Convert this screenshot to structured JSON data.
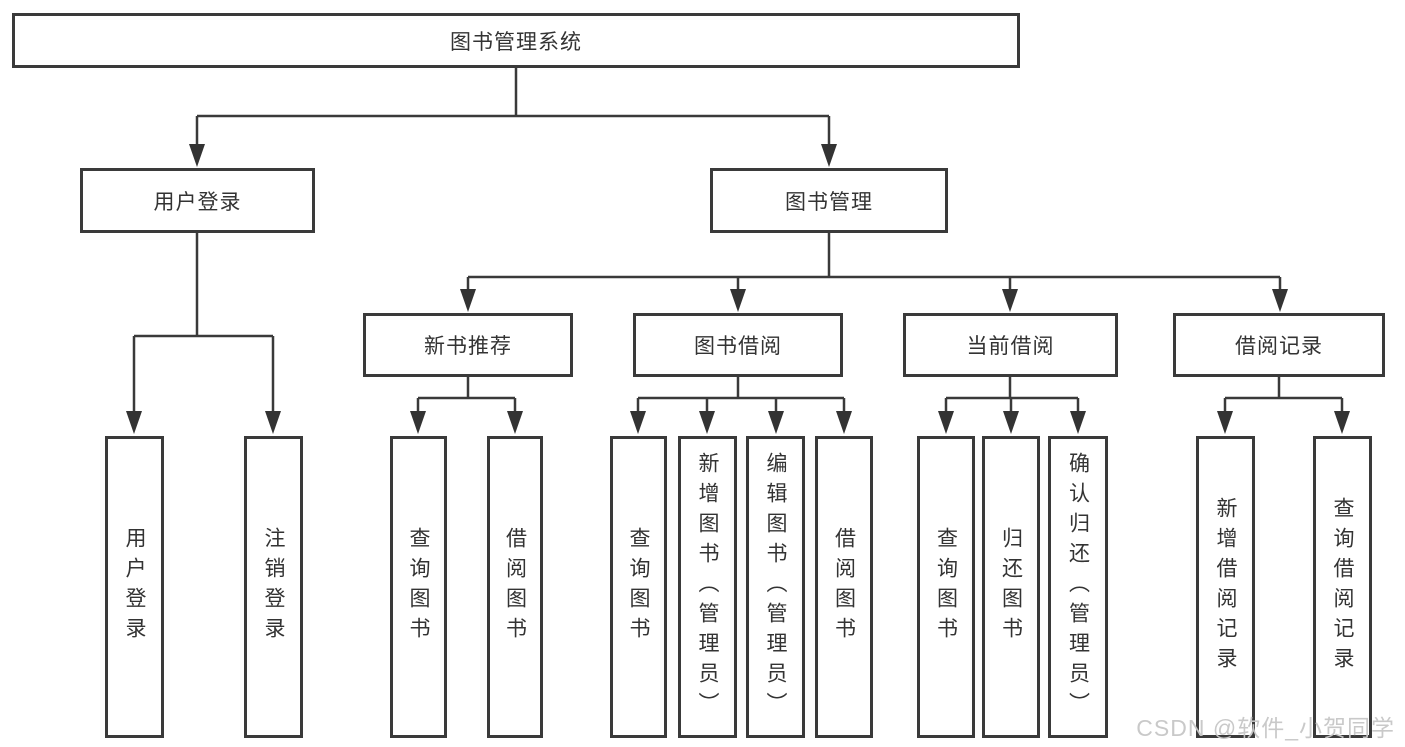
{
  "diagram": {
    "title": "图书管理系统",
    "root": {
      "label": "图书管理系统"
    },
    "branches": [
      {
        "label": "用户登录",
        "children": [
          {
            "label": "用户登录"
          },
          {
            "label": "注销登录"
          }
        ]
      },
      {
        "label": "图书管理",
        "children": [
          {
            "label": "新书推荐",
            "children": [
              {
                "label": "查询图书"
              },
              {
                "label": "借阅图书"
              }
            ]
          },
          {
            "label": "图书借阅",
            "children": [
              {
                "label": "查询图书"
              },
              {
                "label": "新增图书（管理员）"
              },
              {
                "label": "编辑图书（管理员）"
              },
              {
                "label": "借阅图书"
              }
            ]
          },
          {
            "label": "当前借阅",
            "children": [
              {
                "label": "查询图书"
              },
              {
                "label": "归还图书"
              },
              {
                "label": "确认归还（管理员）"
              }
            ]
          },
          {
            "label": "借阅记录",
            "children": [
              {
                "label": "新增借阅记录"
              },
              {
                "label": "查询借阅记录"
              }
            ]
          }
        ]
      }
    ]
  },
  "colors": {
    "line": "#3a3a3a",
    "text": "#333333",
    "watermark": "#c6c6c6"
  },
  "watermark": {
    "text": "CSDN @软件_小贺同学"
  }
}
